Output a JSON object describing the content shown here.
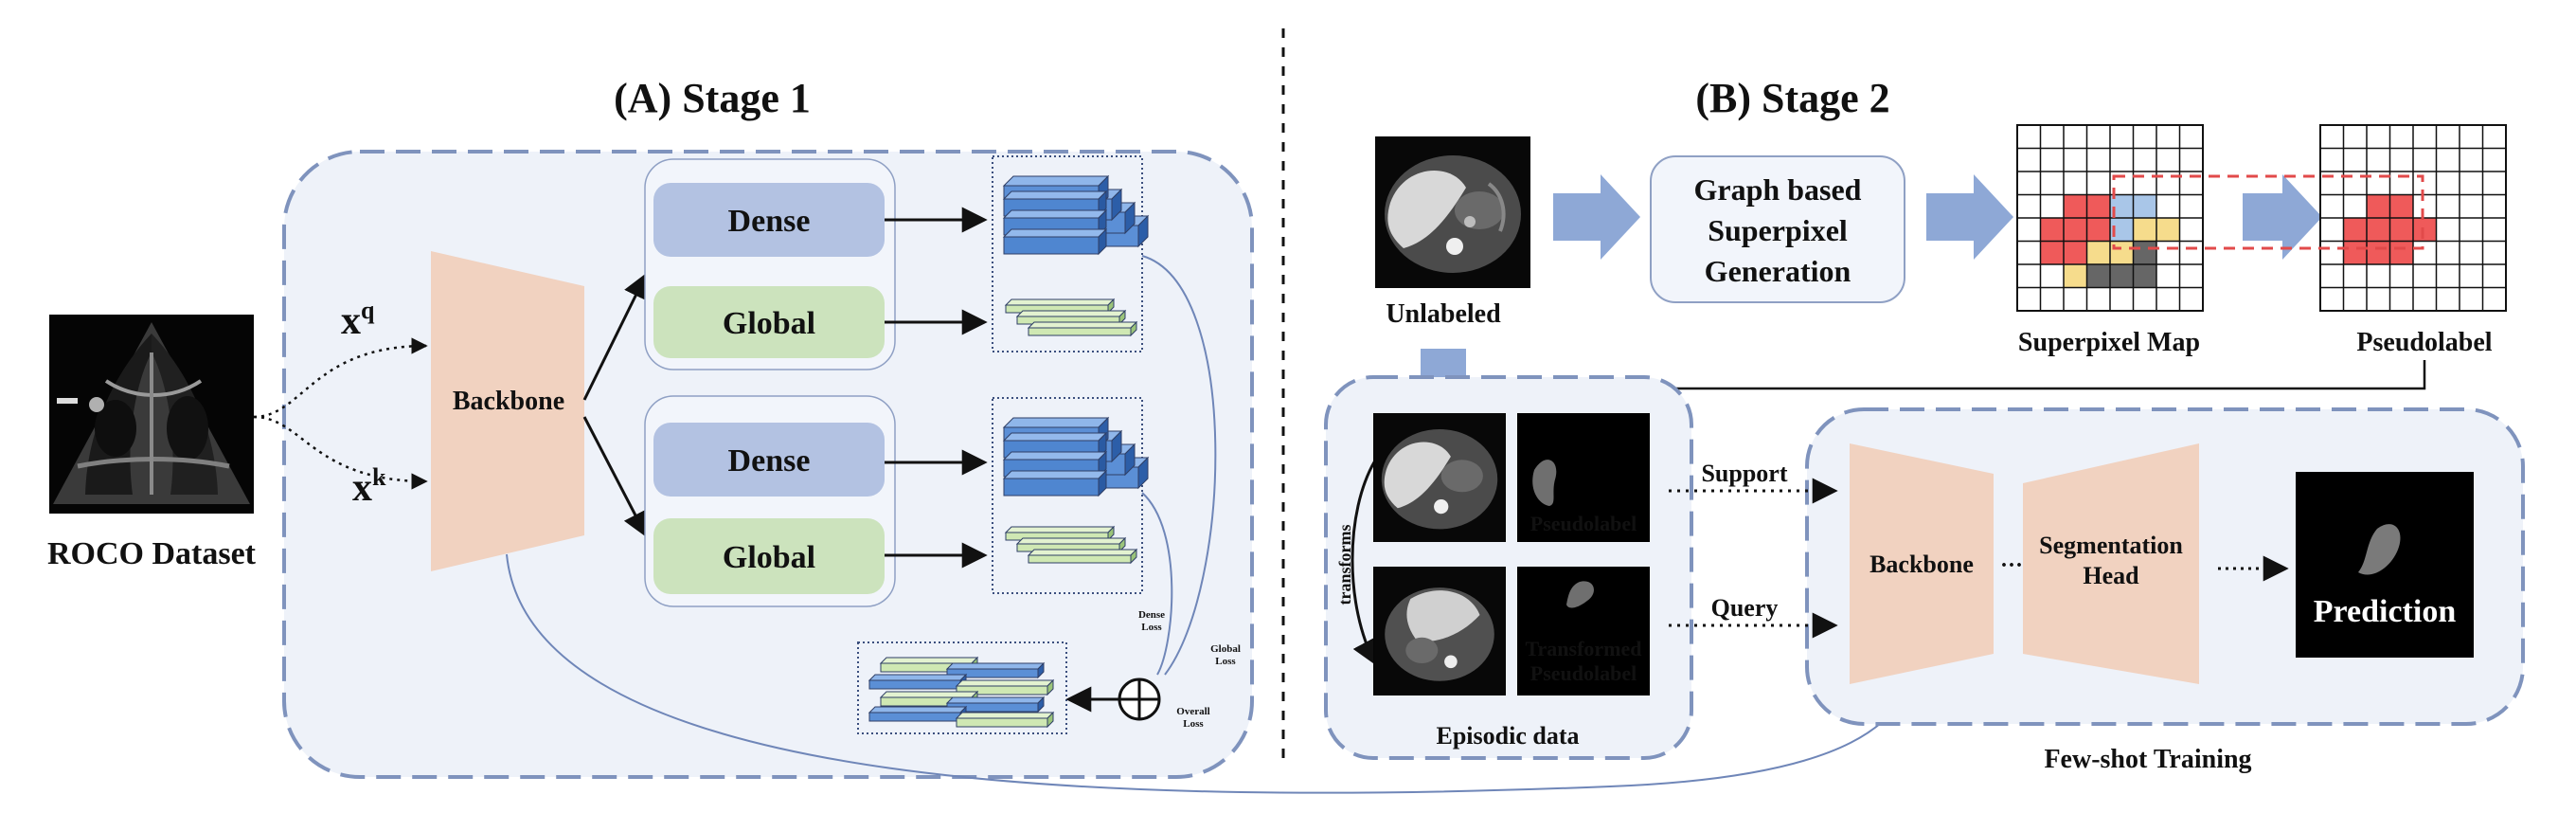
{
  "stage1": {
    "title": "(A) Stage 1",
    "dataset_label": "ROCO Dataset",
    "query_label": "x",
    "query_sup": "q",
    "key_label": "x",
    "key_sup": "k",
    "backbone": "Backbone",
    "dense_top": "Dense",
    "global_top": "Global",
    "dense_bottom": "Dense",
    "global_bottom": "Global",
    "dense_loss": "Dense Loss",
    "global_loss": "Global Loss",
    "overall_loss": "Overall Loss"
  },
  "stage2": {
    "title": "(B) Stage 2",
    "unlabeled": "Unlabeled",
    "superpixel_gen_line1": "Graph based",
    "superpixel_gen_line2": "Superpixel",
    "superpixel_gen_line3": "Generation",
    "superpixel_map": "Superpixel Map",
    "pseudolabel": "Pseudolabel",
    "transforms": "transforms",
    "pseudolabel_tile": "Pseudolabel",
    "transformed_line1": "Transformed",
    "transformed_line2": "Pseudolabel",
    "episodic_data": "Episodic data",
    "support": "Support",
    "query": "Query",
    "backbone": "Backbone",
    "ellipsis": "···",
    "seg_head_line1": "Segmentation",
    "seg_head_line2": "Head",
    "prediction": "Prediction",
    "few_shot_training": "Few-shot Training"
  },
  "colors": {
    "dense_box": "#b3c2e2",
    "global_box": "#cce3bd",
    "backbone": "#f1d2c0",
    "panel_border": "#7f93bd",
    "panel_fill": "#eef2f9",
    "arrow_blue": "#8ea8d6",
    "superpixel_red": "#ef5a5a",
    "superpixel_blue": "#a9c6e8",
    "superpixel_yellow": "#f6dc8c",
    "superpixel_gray": "#666666"
  },
  "icons": [
    "oplus-icon",
    "block-arrow-icon"
  ]
}
